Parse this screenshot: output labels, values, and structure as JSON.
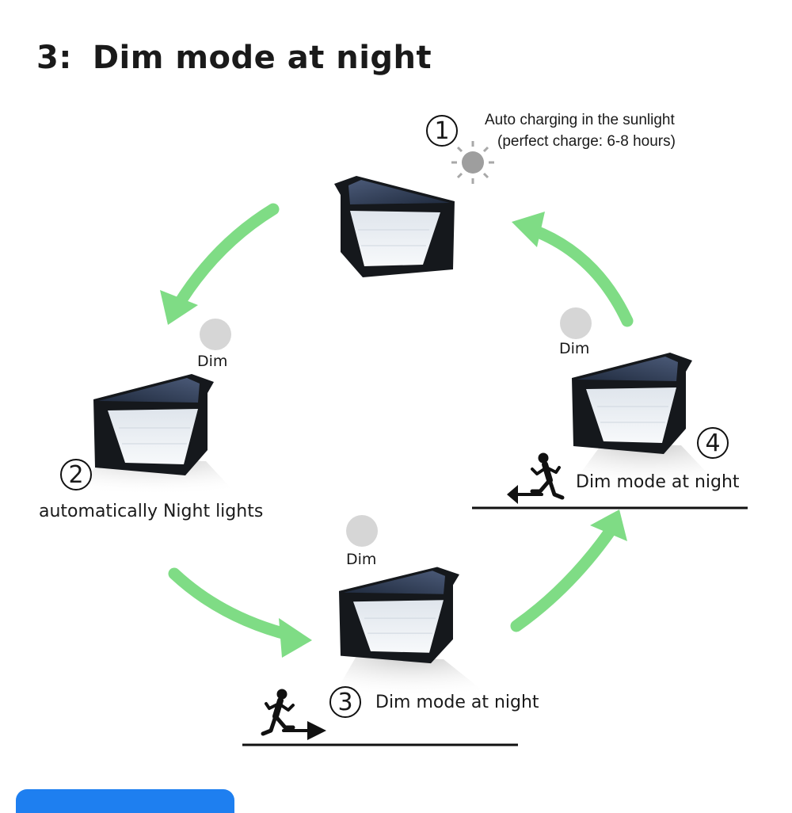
{
  "title": {
    "number": "3:",
    "text": "Dim mode at night"
  },
  "steps": [
    {
      "badge": "1",
      "lines": [
        "Auto charging in the sunlight",
        "(perfect charge: 6-8 hours)"
      ],
      "icon": "sun-icon"
    },
    {
      "badge": "2",
      "label": "automatically Night lights",
      "mode": "Dim"
    },
    {
      "badge": "3",
      "label": "Dim mode at night",
      "mode": "Dim",
      "icon": "running-person-icon"
    },
    {
      "badge": "4",
      "label": "Dim mode at night",
      "mode": "Dim",
      "icon": "running-person-icon"
    }
  ],
  "colors": {
    "arrow": "#7fdc85",
    "lamp_body": "#15181c",
    "solar_panel": "#2b3850",
    "led_panel": "#e9eef3",
    "accent_bar": "#1e7ff0",
    "dim_circle": "#d6d6d6"
  }
}
